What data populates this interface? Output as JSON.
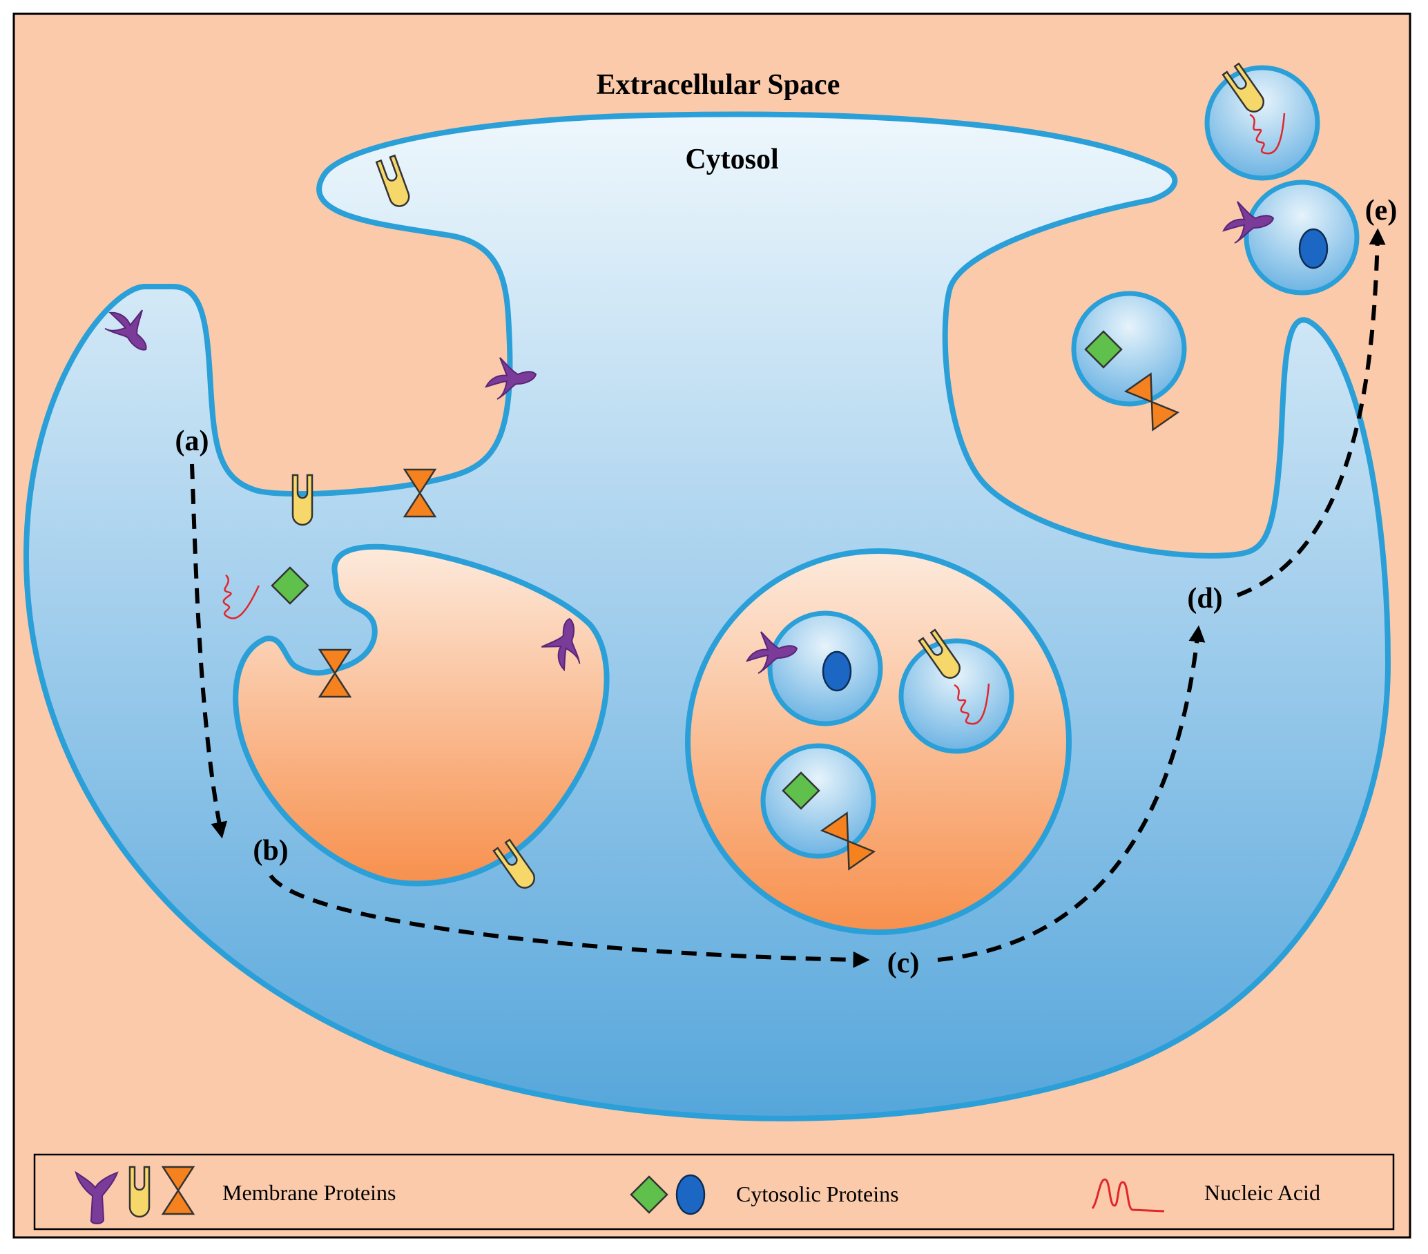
{
  "labels": {
    "extracellular": "Extracellular Space",
    "cytosol": "Cytosol"
  },
  "steps": {
    "a": "(a)",
    "b": "(b)",
    "c": "(c)",
    "d": "(d)",
    "e": "(e)"
  },
  "legend": {
    "membrane_proteins": "Membrane Proteins",
    "cytosolic_proteins": "Cytosolic Proteins",
    "nucleic_acid": "Nucleic Acid"
  },
  "colors": {
    "background": "#fbcaaa",
    "membrane": "#2a9fd8",
    "cytosol_light": "#e8f4fb",
    "cytosol_dark": "#5aa9dc",
    "orange_light": "#fde6d6",
    "orange_dark": "#f79150",
    "purple": "#7a3b99",
    "yellow": "#f6d76a",
    "orange_protein": "#f5821f",
    "green": "#5fc04b",
    "blue": "#1c67c4",
    "red": "#e0262a"
  },
  "icons": {
    "purple_protein": "y-shaped-receptor-icon",
    "yellow_protein": "u-shaped-channel-icon",
    "orange_protein": "hourglass-transporter-icon",
    "green_protein": "diamond-icon",
    "blue_protein": "ellipse-icon",
    "nucleic_acid": "squiggle-icon"
  }
}
